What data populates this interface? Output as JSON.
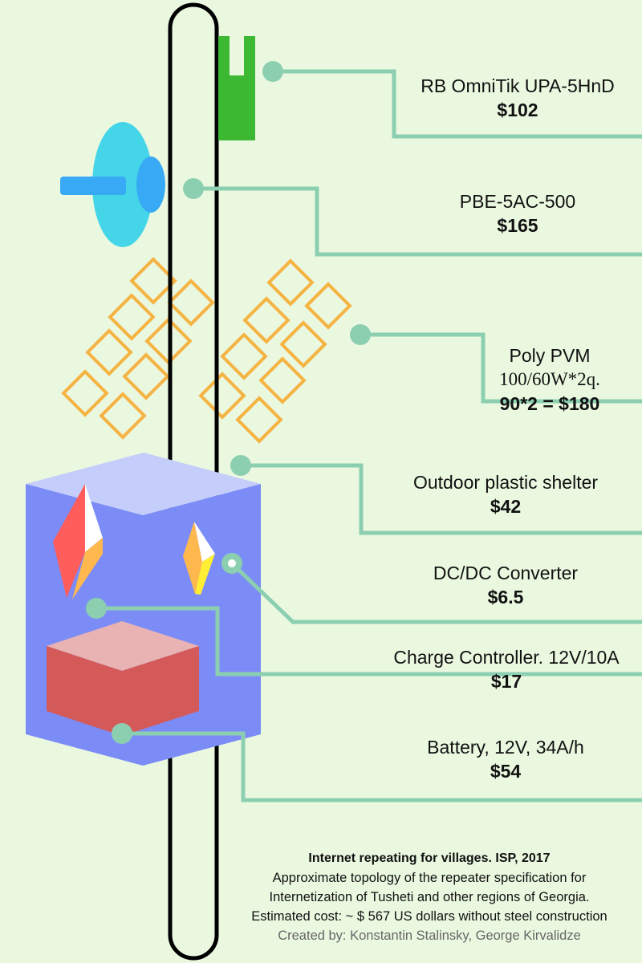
{
  "components": [
    {
      "name": "RB OmniTik UPA-5HnD",
      "price": "$102"
    },
    {
      "name": "PBE-5AC-500",
      "price": "$165"
    },
    {
      "name_line1": "Poly PVM",
      "name_line2": "100/60W*2q.",
      "price": "90*2 = $180"
    },
    {
      "name": "Outdoor plastic shelter",
      "price": "$42"
    },
    {
      "name": "DC/DC Converter",
      "price": "$6.5"
    },
    {
      "name": "Charge Controller. 12V/10A",
      "price": "$17"
    },
    {
      "name": "Battery, 12V, 34A/h",
      "price": "$54"
    }
  ],
  "footer": {
    "title": "Internet repeating for villages. ISP, 2017",
    "line1": "Approximate topology of the repeater specification for",
    "line2": "Internetization of Tusheti and other regions of Georgia.",
    "line3": "Estimated cost: ~ $ 567 US dollars without steel construction",
    "credit": "Created by: Konstantin Stalinsky, George Kirvalidze"
  },
  "colors": {
    "background": "#eaf8e0",
    "connector": "#8ccfb0",
    "pole": "#000000",
    "antenna": "#3cb832",
    "dish": "#44d6e8",
    "dish_feed": "#38aaf5",
    "solar_cell_outline": "#f5b342",
    "shelter_front": "#7b8cf7",
    "shelter_top": "#c5cdfa",
    "battery_front": "#d45a5a",
    "battery_top": "#e9b3b3"
  }
}
